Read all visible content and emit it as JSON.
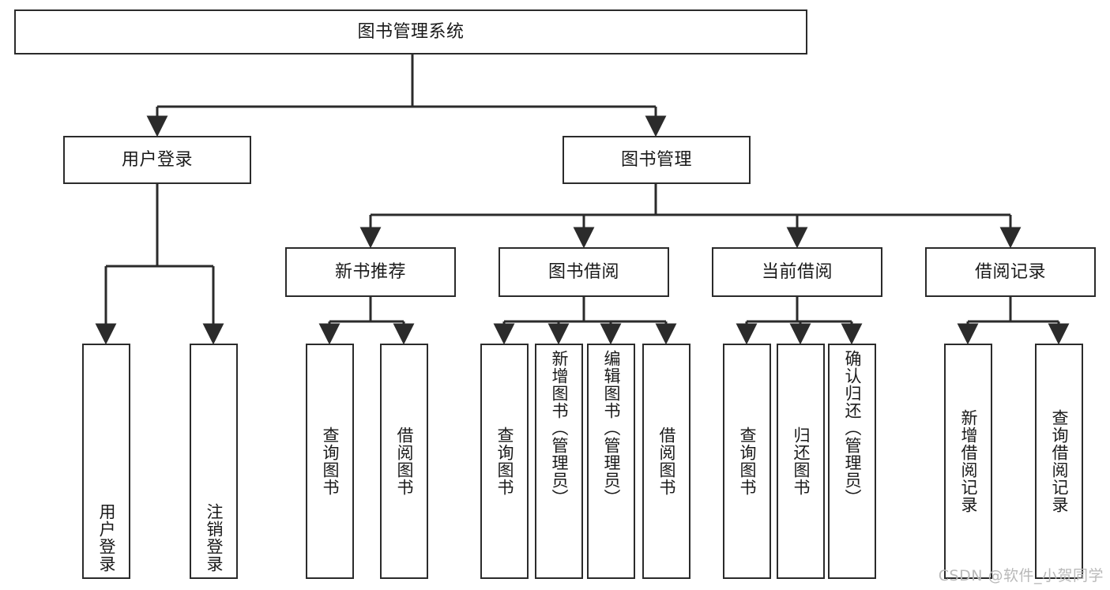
{
  "diagram": {
    "title": "图书管理系统",
    "type": "hierarchy-tree",
    "watermark": "CSDN @软件_小贺同学",
    "colors": {
      "stroke": "#2b2b2b",
      "fill": "#ffffff",
      "text": "#1a1a1a",
      "watermark": "#b9b9b9"
    },
    "levels": {
      "root": {
        "label": "图书管理系统"
      },
      "level2": [
        {
          "label": "用户登录"
        },
        {
          "label": "图书管理"
        }
      ],
      "level3": [
        {
          "label": "新书推荐"
        },
        {
          "label": "图书借阅"
        },
        {
          "label": "当前借阅"
        },
        {
          "label": "借阅记录"
        }
      ]
    },
    "nodes": {
      "root": "图书管理系统",
      "user_login": "用户登录",
      "book_manage": "图书管理",
      "new_book_rec": "新书推荐",
      "book_borrow": "图书借阅",
      "current_borrow": "当前借阅",
      "borrow_record": "借阅记录",
      "leaf_user_login": "用户登录",
      "leaf_user_logout": "注销登录",
      "leaf_query_book_1": "查询图书",
      "leaf_borrow_book_1": "借阅图书",
      "leaf_query_book_2": "查询图书",
      "leaf_add_book": "新增图书（管理员）",
      "leaf_edit_book": "编辑图书（管理员）",
      "leaf_borrow_book_2": "借阅图书",
      "leaf_query_book_3": "查询图书",
      "leaf_return_book": "归还图书",
      "leaf_confirm_return": "确认归还（管理员）",
      "leaf_add_record": "新增借阅记录",
      "leaf_query_record": "查询借阅记录"
    }
  }
}
